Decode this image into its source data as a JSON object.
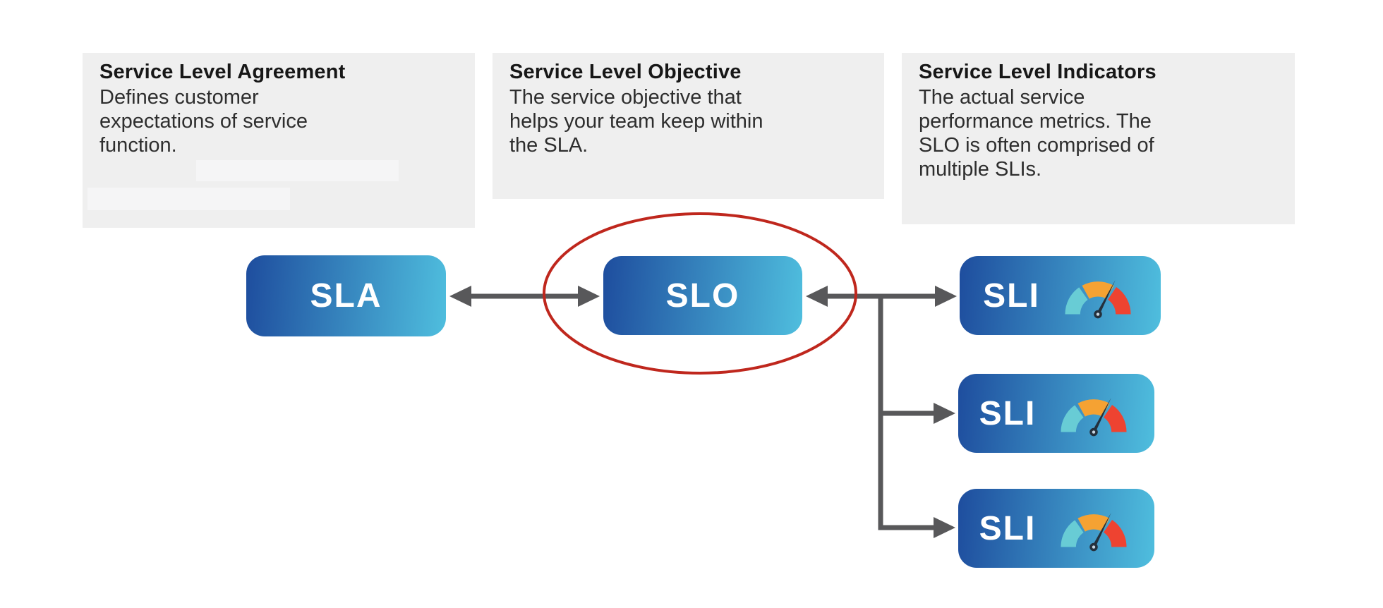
{
  "cards": [
    {
      "title": "Service Level Agreement",
      "body": "Defines customer\nexpectations of service\nfunction."
    },
    {
      "title": "Service Level Objective",
      "body": "The service objective that\nhelps your team keep within\nthe SLA."
    },
    {
      "title": "Service Level Indicators",
      "body": "The actual service\nperformance metrics. The\nSLO is often comprised of\nmultiple SLIs."
    }
  ],
  "nodes": {
    "sla": {
      "label": "SLA"
    },
    "slo": {
      "label": "SLO"
    },
    "sli": {
      "label": "SLI"
    }
  },
  "icons": {
    "gauge": "gauge-icon"
  },
  "colors": {
    "card_bg": "#efefef",
    "redact_bg": "#f5f5f6",
    "heading_text": "#171717",
    "body_text": "#2e2e2e",
    "node_grad_start": "#1e4d9e",
    "node_grad_end": "#4fbede",
    "node_text": "#ffffff",
    "arrow": "#58585a",
    "ellipse": "#bf271d",
    "gauge_teal": "#68ccd5",
    "gauge_orange": "#f5a233",
    "gauge_red": "#ee4331",
    "gauge_needle": "#24303c",
    "gauge_hub_center": "#c8d6e2"
  }
}
